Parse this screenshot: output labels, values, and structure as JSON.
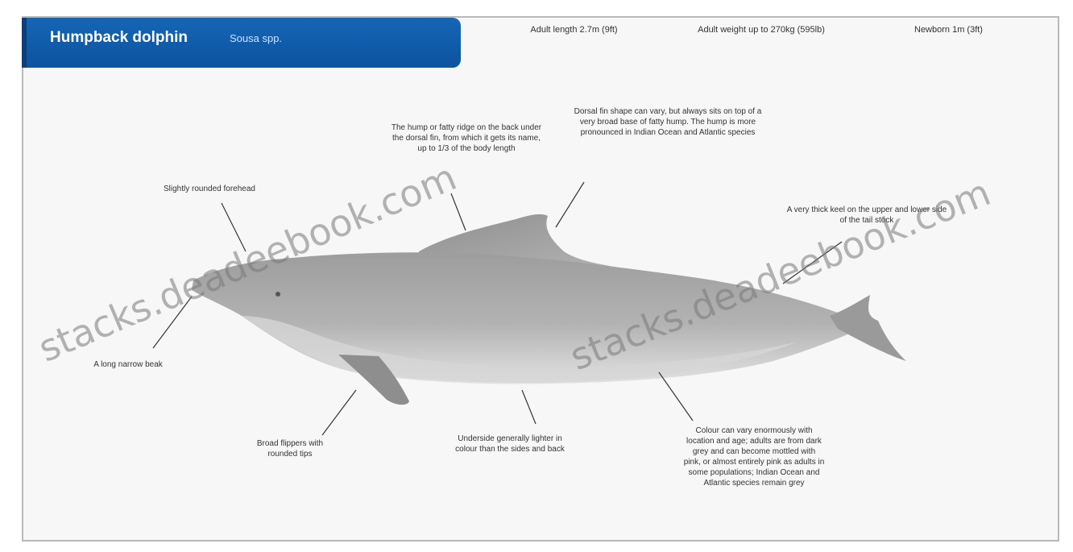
{
  "header": {
    "title": "Humpback dolphin",
    "subtitle": "Sousa spp."
  },
  "stats": {
    "length": "Adult length 2.7m (9ft)",
    "weight": "Adult weight up to 270kg (595lb)",
    "newborn": "Newborn 1m (3ft)"
  },
  "callouts": {
    "forehead": "Slightly rounded forehead",
    "beak": "A long narrow beak",
    "flippers": "Broad flippers with rounded tips",
    "underside": "Underside generally lighter in colour than the sides and back",
    "colour": "Colour can vary enormously with location and age; adults are from dark grey and can become mottled with pink, or almost entirely pink as adults in some populations; Indian Ocean and Atlantic species remain grey",
    "hump": "The hump or fatty ridge on the back under the dorsal fin, from which it gets its name, up to 1/3 of the body length",
    "dorsal": "Dorsal fin shape can vary, but always sits on top of a very broad base of fatty hump. The hump is more pronounced in Indian Ocean and Atlantic species",
    "keel": "A very thick keel on the upper and lower side of the tail stock"
  },
  "watermark": {
    "text_1": "stacks.deadeebook.com",
    "text_2": "stacks.deadeebook.com"
  },
  "colors": {
    "header_blue": "#1566b5",
    "body_grey": "#a8a8a8",
    "belly_light": "#d8d8d8"
  }
}
